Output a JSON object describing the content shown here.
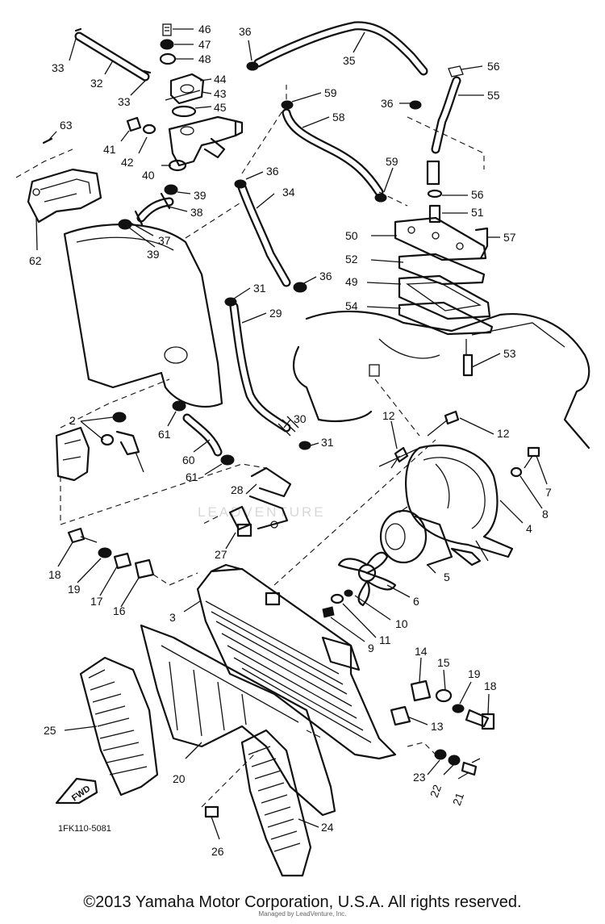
{
  "diagram": {
    "callouts": [
      {
        "id": "46",
        "text": "46"
      },
      {
        "id": "47",
        "text": "47"
      },
      {
        "id": "48",
        "text": "48"
      },
      {
        "id": "44",
        "text": "44"
      },
      {
        "id": "43",
        "text": "43"
      },
      {
        "id": "45",
        "text": "45"
      },
      {
        "id": "33a",
        "text": "33"
      },
      {
        "id": "32",
        "text": "32"
      },
      {
        "id": "33b",
        "text": "33"
      },
      {
        "id": "36a",
        "text": "36"
      },
      {
        "id": "35",
        "text": "35"
      },
      {
        "id": "56a",
        "text": "56"
      },
      {
        "id": "55",
        "text": "55"
      },
      {
        "id": "59a",
        "text": "59"
      },
      {
        "id": "36b",
        "text": "36"
      },
      {
        "id": "58",
        "text": "58"
      },
      {
        "id": "63",
        "text": "63"
      },
      {
        "id": "41",
        "text": "41"
      },
      {
        "id": "42",
        "text": "42"
      },
      {
        "id": "40",
        "text": "40"
      },
      {
        "id": "39a",
        "text": "39"
      },
      {
        "id": "38",
        "text": "38"
      },
      {
        "id": "36c",
        "text": "36"
      },
      {
        "id": "34",
        "text": "34"
      },
      {
        "id": "59b",
        "text": "59"
      },
      {
        "id": "56b",
        "text": "56"
      },
      {
        "id": "51",
        "text": "51"
      },
      {
        "id": "62",
        "text": "62"
      },
      {
        "id": "37",
        "text": "37"
      },
      {
        "id": "39b",
        "text": "39"
      },
      {
        "id": "50",
        "text": "50"
      },
      {
        "id": "57",
        "text": "57"
      },
      {
        "id": "52",
        "text": "52"
      },
      {
        "id": "31a",
        "text": "31"
      },
      {
        "id": "36d",
        "text": "36"
      },
      {
        "id": "49",
        "text": "49"
      },
      {
        "id": "29",
        "text": "29"
      },
      {
        "id": "54",
        "text": "54"
      },
      {
        "id": "53",
        "text": "53"
      },
      {
        "id": "2",
        "text": "2"
      },
      {
        "id": "61a",
        "text": "61"
      },
      {
        "id": "30",
        "text": "30"
      },
      {
        "id": "12a",
        "text": "12"
      },
      {
        "id": "12b",
        "text": "12"
      },
      {
        "id": "31b",
        "text": "31"
      },
      {
        "id": "60",
        "text": "60"
      },
      {
        "id": "61b",
        "text": "61"
      },
      {
        "id": "7",
        "text": "7"
      },
      {
        "id": "28",
        "text": "28"
      },
      {
        "id": "8",
        "text": "8"
      },
      {
        "id": "4",
        "text": "4"
      },
      {
        "id": "27",
        "text": "27"
      },
      {
        "id": "18a",
        "text": "18"
      },
      {
        "id": "19a",
        "text": "19"
      },
      {
        "id": "17",
        "text": "17"
      },
      {
        "id": "16",
        "text": "16"
      },
      {
        "id": "5",
        "text": "5"
      },
      {
        "id": "3",
        "text": "3"
      },
      {
        "id": "6",
        "text": "6"
      },
      {
        "id": "10",
        "text": "10"
      },
      {
        "id": "11",
        "text": "11"
      },
      {
        "id": "9",
        "text": "9"
      },
      {
        "id": "14",
        "text": "14"
      },
      {
        "id": "15",
        "text": "15"
      },
      {
        "id": "19b",
        "text": "19"
      },
      {
        "id": "18b",
        "text": "18"
      },
      {
        "id": "13",
        "text": "13"
      },
      {
        "id": "25",
        "text": "25"
      },
      {
        "id": "20",
        "text": "20"
      },
      {
        "id": "23",
        "text": "23"
      },
      {
        "id": "22",
        "text": "22"
      },
      {
        "id": "21",
        "text": "21"
      },
      {
        "id": "24",
        "text": "24"
      },
      {
        "id": "26",
        "text": "26"
      }
    ],
    "front_marker": "FWD",
    "drawing_code": "1FK110-5081",
    "watermark": "LEADVENTURE"
  },
  "footer": {
    "copyright": "©2013 Yamaha Motor Corporation, U.S.A. All rights reserved.",
    "credit": "Managed by LeadVenture, Inc."
  }
}
